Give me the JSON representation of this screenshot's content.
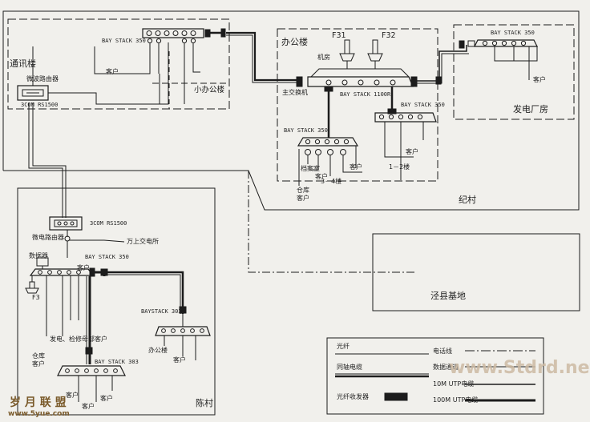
{
  "labels": {
    "comm_building": "通讯楼",
    "wireless_router_top": "微波路由器",
    "threecom_top": "3COM RS1500",
    "baystack350_top": "BAY STACK 350",
    "client_top1": "客户",
    "small_office": "小办公楼",
    "office_building": "办公楼",
    "machine_room": "机房",
    "f31": "F31",
    "f32": "F32",
    "main_switch": "主交换机",
    "baystack1100r": "BAY STACK 1100R",
    "baystack350_mid": "BAY STACK 350",
    "baystack350_right": "BAY STACK 350",
    "client_right": "客户",
    "floor12": "1－2楼",
    "archive": "档案室",
    "client_archive": "客户",
    "floor34": "3－4楼",
    "warehouse_top": "仓库",
    "client_wh_top": "客户",
    "baystack350_power": "BAY STACK 350",
    "client_power": "客户",
    "power_plant": "发电厂房",
    "jicun": "纪村",
    "quanxian_base": "泾县基地",
    "threecom_bottom": "3COM RS1500",
    "wireless_router_bottom": "微电路由器",
    "wanshang_exchange": "万上交电所",
    "demodulator": "数据器",
    "baystack350_bottom": "BAY STACK 350",
    "client_bottom1": "客户",
    "f3": "F3",
    "power_repair_client": "发电、检修母部客户",
    "baystack303_right": "BAYSTACK 303",
    "office_small": "办公楼",
    "client_office": "客户",
    "warehouse_bottom": "仓库",
    "client_wh_bottom": "客户",
    "baystack303_bottom": "BAY STACK 303",
    "client_b1": "客户",
    "client_b2": "客户",
    "client_b3": "客户",
    "chencun": "陈村"
  },
  "legend": {
    "fiber": "光纤",
    "phone_line": "电话线",
    "coax": "同轴电缆",
    "data_link": "数据通道",
    "utp10": "10M UTP电缆",
    "utp100": "100M UTP电缆",
    "fiber_transceiver": "光纤收发器"
  },
  "watermarks": {
    "site_logo": "岁 月 联 盟",
    "site_url_left": "www.5yue.com",
    "site_url_right": "www.Stdrd.net"
  },
  "colors": {
    "line": "#1c1c1c",
    "background": "#f1f0ec",
    "watermark": "#d9c9b5"
  }
}
